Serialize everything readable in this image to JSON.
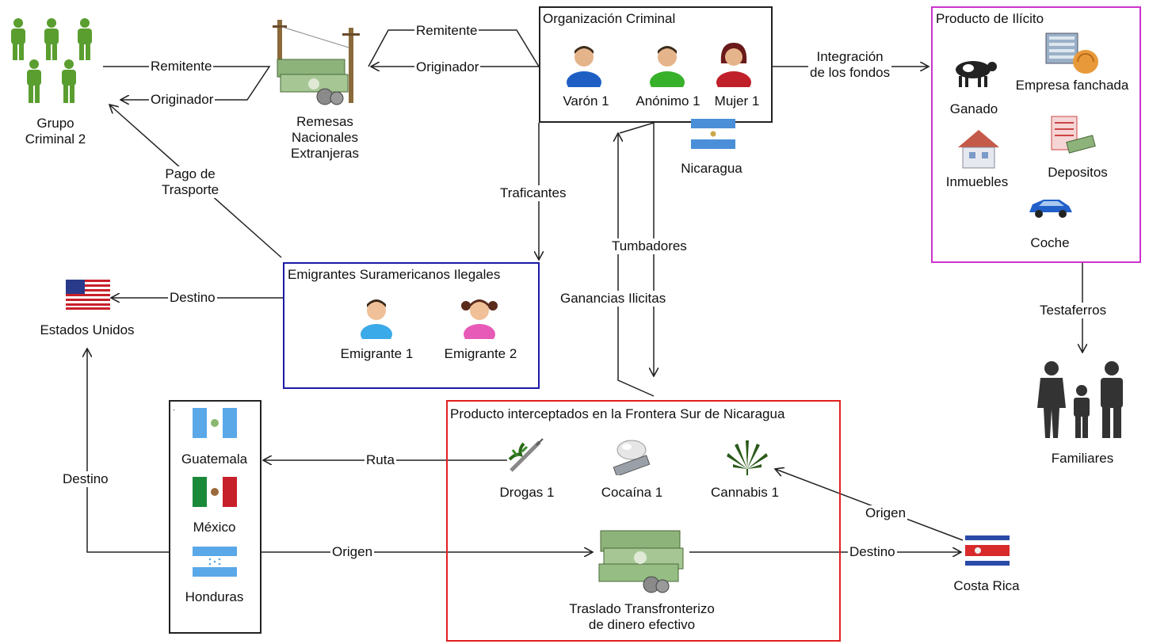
{
  "nodes": {
    "grupo_criminal_2": "Grupo\nCriminal 2",
    "remesas": "Remesas\nNacionales\nExtranjeras",
    "estados_unidos": "Estados Unidos",
    "familiares": "Familiares",
    "costa_rica": "Costa Rica",
    "nicaragua": "Nicaragua"
  },
  "organizacion": {
    "title": "Organización Criminal",
    "members": [
      "Varón 1",
      "Anónimo 1",
      "Mujer 1"
    ]
  },
  "producto_ilicito": {
    "title": "Producto de Ilícito",
    "items": [
      "Ganado",
      "Empresa fanchada",
      "Inmuebles",
      "Depositos",
      "Coche"
    ]
  },
  "emigrantes": {
    "title": "Emigrantes Suramericanos Ilegales",
    "members": [
      "Emigrante 1",
      "Emigrante 2"
    ]
  },
  "paises": {
    "items": [
      "Guatemala",
      "México",
      "Honduras"
    ]
  },
  "frontera": {
    "title": "Producto interceptados en la Frontera Sur de Nicaragua",
    "items": [
      "Drogas 1",
      "Cocaína 1",
      "Cannabis 1"
    ],
    "traslado": "Traslado Transfronterizo\nde dinero efectivo"
  },
  "edges": {
    "remitente_1": "Remitente",
    "originador_1": "Originador",
    "remitente_2": "Remitente",
    "originador_2": "Originador",
    "integracion": "Integración\nde los fondos",
    "pago_transporte": "Pago de\nTrasporte",
    "traficantes": "Traficantes",
    "tumbadores": "Tumbadores",
    "ganancias": "Ganancias Ilicitas",
    "destino_eu": "Destino",
    "testaferros": "Testaferros",
    "ruta": "Ruta",
    "destino_left": "Destino",
    "origen_bottom": "Origen",
    "destino_cr": "Destino",
    "origen_cr": "Origen"
  },
  "colors": {
    "organizacion_border": "#222222",
    "producto_border": "#cc33cc",
    "emigrantes_border": "#1a1aa6",
    "frontera_border": "#e02020",
    "paises_border": "#222222",
    "person_green": "#5a9e2f"
  }
}
